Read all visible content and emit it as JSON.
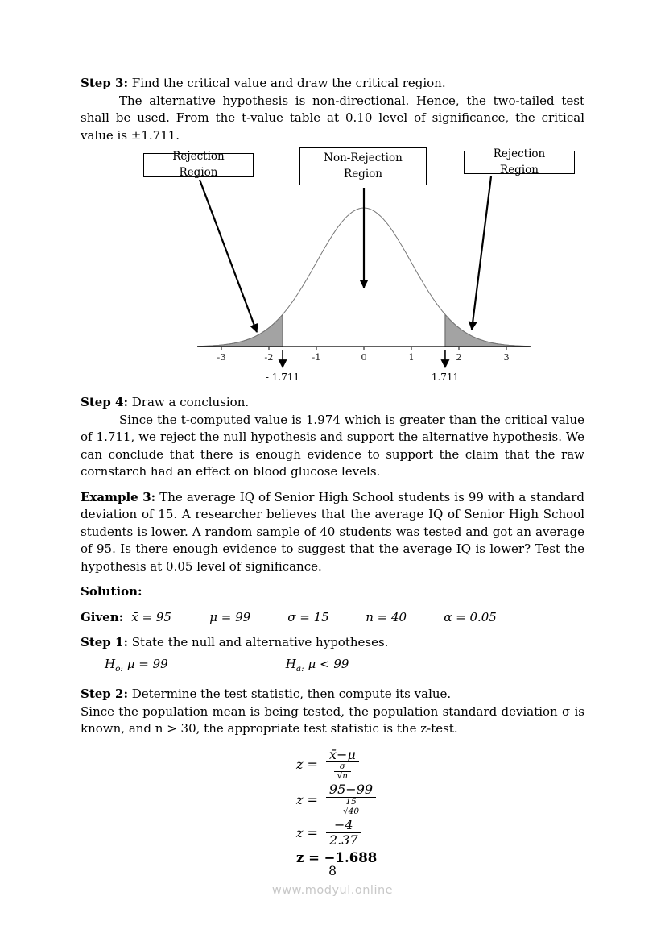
{
  "page": {
    "number": "8",
    "footer": "www.modyul.online"
  },
  "step3": {
    "label": "Step 3:",
    "heading": "Find the critical value and draw the critical region.",
    "body": "The alternative hypothesis is non-directional. Hence, the two-tailed test shall be used. From the t-value table at 0.10 level of significance, the critical value is ±1.711."
  },
  "diagram": {
    "rejection_left": "Rejection Region",
    "non_rejection": "Non-Rejection Region",
    "rejection_right": "Rejection Region",
    "ticks": [
      "-3",
      "-2",
      "-1",
      "0",
      "1",
      "2",
      "3"
    ],
    "critical_left": "- 1.711",
    "critical_right": "1.711",
    "critical_value": 1.711,
    "shade_color": "#a3a3a3"
  },
  "step4": {
    "label": "Step 4:",
    "heading": "Draw a conclusion.",
    "body": "Since the t-computed value is 1.974 which is greater than the critical value of 1.711, we reject the null hypothesis and support the alternative hypothesis. We can conclude that there is enough evidence to support the claim that the raw cornstarch had an effect on blood glucose levels."
  },
  "example3": {
    "label": "Example 3:",
    "body": "The average IQ of Senior High School students is 99 with a standard deviation of 15. A researcher believes that the average IQ of Senior High School students is lower. A random sample of 40 students was tested and got an average of 95. Is there enough evidence to suggest that the average IQ is lower? Test the hypothesis at 0.05 level of significance."
  },
  "solution": {
    "label": "Solution:"
  },
  "given": {
    "label": "Given:",
    "items": [
      "x̄ = 95",
      "μ = 99",
      "σ = 15",
      "n = 40",
      "α = 0.05"
    ]
  },
  "step1": {
    "label": "Step 1:",
    "heading": "State the null and alternative hypotheses."
  },
  "hypotheses": {
    "h0": {
      "base": "H",
      "sub": "o:",
      "rest": "μ = 99"
    },
    "ha": {
      "base": "H",
      "sub": "a:",
      "rest": "μ < 99"
    }
  },
  "step2": {
    "label": "Step 2:",
    "heading": "Determine the test statistic, then compute its value.",
    "body": "Since the population mean is being tested, the population standard deviation σ is known, and n > 30, the appropriate test statistic is the z-test."
  },
  "equations": {
    "eq1": {
      "lhs": "z =",
      "num": "x̄−μ",
      "den_num": "σ",
      "den_den": "√n"
    },
    "eq2": {
      "lhs": "z =",
      "num": "95−99",
      "den_num": "15",
      "den_den": "√40"
    },
    "eq3": {
      "lhs": "z =",
      "num": "−4",
      "den": "2.37"
    },
    "eq4": {
      "text": "z = −1.688"
    }
  }
}
